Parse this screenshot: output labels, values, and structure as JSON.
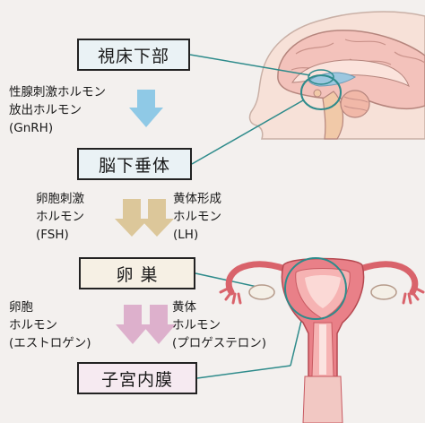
{
  "boxes": {
    "hypothalamus": "視床下部",
    "pituitary": "脳下垂体",
    "ovary": "卵 巣",
    "endometrium": "子宮内膜"
  },
  "hormones": {
    "gnrh": [
      "性腺刺激ホルモン",
      "放出ホルモン",
      "(GnRH)"
    ],
    "fsh": [
      "卵胞刺激",
      "ホルモン",
      "(FSH)"
    ],
    "lh": [
      "黄体形成",
      "ホルモン",
      "(LH)"
    ],
    "estrogen": [
      "卵胞",
      "ホルモン",
      "(エストロゲン)"
    ],
    "progesterone": [
      "黄体",
      "ホルモン",
      "(プロゲステロン)"
    ]
  },
  "colors": {
    "teal_line": "#2e8b8b",
    "arrow_blue": "#8fc9e6",
    "arrow_tan": "#dcc79a",
    "arrow_pink": "#ddb0cc",
    "uterus_red": "#d9636b",
    "brain_pink": "#f3c2bb"
  }
}
